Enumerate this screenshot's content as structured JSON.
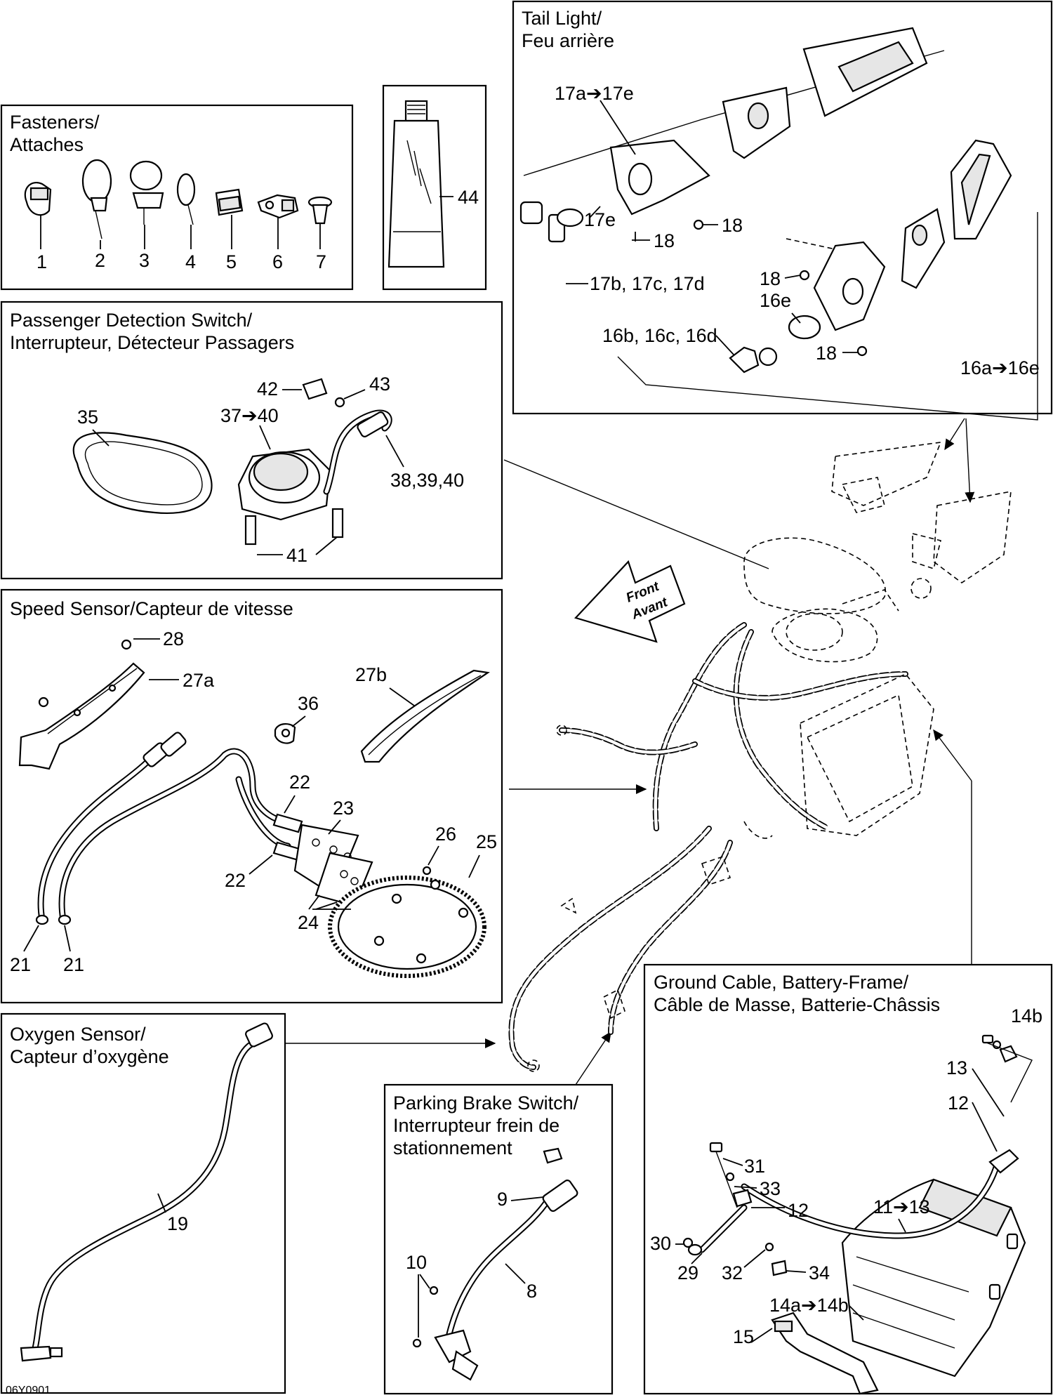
{
  "diagram_code": "06Y0901",
  "front_arrow": {
    "line1": "Front",
    "line2": "Avant"
  },
  "groups": {
    "fasteners": {
      "title_line1": "Fasteners/",
      "title_line2": "Attaches",
      "callouts": [
        "1",
        "2",
        "3",
        "4",
        "5",
        "6",
        "7"
      ]
    },
    "sealant": {
      "callout": "44"
    },
    "tail_light": {
      "title_line1": "Tail Light/",
      "title_line2": "Feu arrière",
      "callouts": {
        "c17a_17e": "17a➔17e",
        "c17e": "17e",
        "c18_a": "18",
        "c18_b": "18",
        "c18_c": "18",
        "c18_d": "18",
        "c17bcd": "17b, 17c, 17d",
        "c16e": "16e",
        "c16bcd": "16b, 16c, 16d",
        "c16a_16e": "16a➔16e"
      }
    },
    "passenger_switch": {
      "title_line1": "Passenger Detection Switch/",
      "title_line2": "Interrupteur, Détecteur Passagers",
      "callouts": {
        "c35": "35",
        "c42": "42",
        "c43": "43",
        "c37_40": "37➔40",
        "c38_39_40": "38,39,40",
        "c41": "41"
      }
    },
    "speed_sensor": {
      "title": "Speed Sensor/Capteur de vitesse",
      "callouts": {
        "c28": "28",
        "c27a": "27a",
        "c27b": "27b",
        "c36": "36",
        "c22a": "22",
        "c22b": "22",
        "c23": "23",
        "c26": "26",
        "c25": "25",
        "c24": "24",
        "c21a": "21",
        "c21b": "21"
      }
    },
    "oxygen_sensor": {
      "title_line1": "Oxygen Sensor/",
      "title_line2": "Capteur d’oxygène",
      "callouts": {
        "c19": "19"
      }
    },
    "parking_brake": {
      "title_line1": "Parking Brake Switch/",
      "title_line2": "Interrupteur frein de",
      "title_line3": "stationnement",
      "callouts": {
        "c9": "9",
        "c10": "10",
        "c8": "8"
      }
    },
    "ground_cable": {
      "title_line1": "Ground Cable, Battery-Frame/",
      "title_line2": "Câble de Masse, Batterie-Châssis",
      "callouts": {
        "c14b": "14b",
        "c31": "31",
        "c33": "33",
        "c12a": "12",
        "c13": "13",
        "c12b": "12",
        "c11_13": "11➔13",
        "c30": "30",
        "c29": "29",
        "c32": "32",
        "c34": "34",
        "c14a_14b": "14a➔14b",
        "c15": "15"
      }
    }
  }
}
